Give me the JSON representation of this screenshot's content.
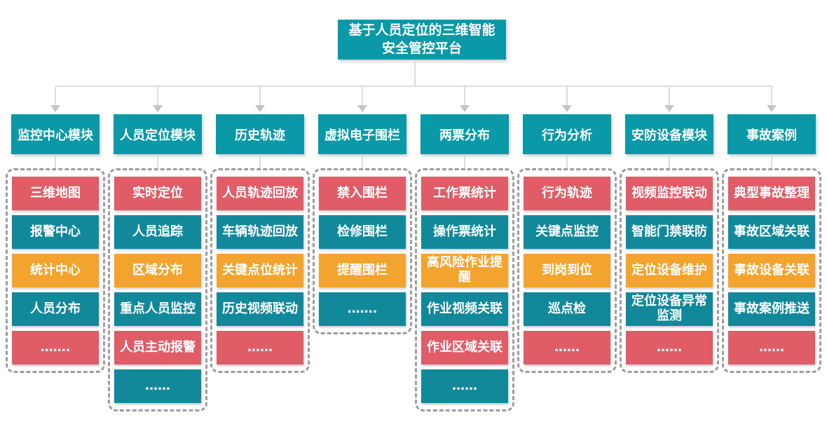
{
  "title": "基于人员定位的三维智能安全管控平台",
  "palette": {
    "teal_header": "#0999A7",
    "teal": "#12899B",
    "red": "#E05D68",
    "orange": "#F2A42E",
    "connector": "#DCDCDC",
    "arrow": "#C5C5C5",
    "dashed_border": "#9D9D9D"
  },
  "columns": [
    {
      "title": "监控中心模块",
      "items": [
        {
          "label": "三维地图",
          "color": "red"
        },
        {
          "label": "报警中心",
          "color": "teal"
        },
        {
          "label": "统计中心",
          "color": "orange"
        },
        {
          "label": "人员分布",
          "color": "teal"
        },
        {
          "label": "…….",
          "color": "red"
        }
      ]
    },
    {
      "title": "人员定位模块",
      "items": [
        {
          "label": "实时定位",
          "color": "red"
        },
        {
          "label": "人员追踪",
          "color": "teal"
        },
        {
          "label": "区域分布",
          "color": "orange"
        },
        {
          "label": "重点人员监控",
          "color": "teal"
        },
        {
          "label": "人员主动报警",
          "color": "red"
        },
        {
          "label": "……",
          "color": "teal"
        }
      ]
    },
    {
      "title": "历史轨迹",
      "items": [
        {
          "label": "人员轨迹回放",
          "color": "red"
        },
        {
          "label": "车辆轨迹回放",
          "color": "teal"
        },
        {
          "label": "关键点位统计",
          "color": "orange"
        },
        {
          "label": "历史视频联动",
          "color": "teal"
        },
        {
          "label": "……",
          "color": "red"
        }
      ]
    },
    {
      "title": "虚拟电子围栏",
      "items": [
        {
          "label": "禁入围栏",
          "color": "red"
        },
        {
          "label": "检修围栏",
          "color": "teal"
        },
        {
          "label": "提醒围栏",
          "color": "orange"
        },
        {
          "label": "…….",
          "color": "teal"
        }
      ]
    },
    {
      "title": "两票分布",
      "items": [
        {
          "label": "工作票统计",
          "color": "red"
        },
        {
          "label": "操作票统计",
          "color": "teal"
        },
        {
          "label": "高风险作业提醒",
          "color": "orange"
        },
        {
          "label": "作业视频关联",
          "color": "teal"
        },
        {
          "label": "作业区域关联",
          "color": "red"
        },
        {
          "label": "……",
          "color": "teal"
        }
      ]
    },
    {
      "title": "行为分析",
      "items": [
        {
          "label": "行为轨迹",
          "color": "red"
        },
        {
          "label": "关键点监控",
          "color": "teal"
        },
        {
          "label": "到岗到位",
          "color": "orange"
        },
        {
          "label": "巡点检",
          "color": "teal"
        },
        {
          "label": "……",
          "color": "red"
        }
      ]
    },
    {
      "title": "安防设备模块",
      "items": [
        {
          "label": "视频监控联动",
          "color": "red"
        },
        {
          "label": "智能门禁联防",
          "color": "teal"
        },
        {
          "label": "定位设备维护",
          "color": "orange"
        },
        {
          "label": "定位设备异常监测",
          "color": "teal"
        },
        {
          "label": "……",
          "color": "red"
        }
      ]
    },
    {
      "title": "事故案例",
      "items": [
        {
          "label": "典型事故整理",
          "color": "red"
        },
        {
          "label": "事故区域关联",
          "color": "teal"
        },
        {
          "label": "事故设备关联",
          "color": "orange"
        },
        {
          "label": "事故案例推送",
          "color": "teal"
        },
        {
          "label": "……",
          "color": "red"
        }
      ]
    }
  ]
}
